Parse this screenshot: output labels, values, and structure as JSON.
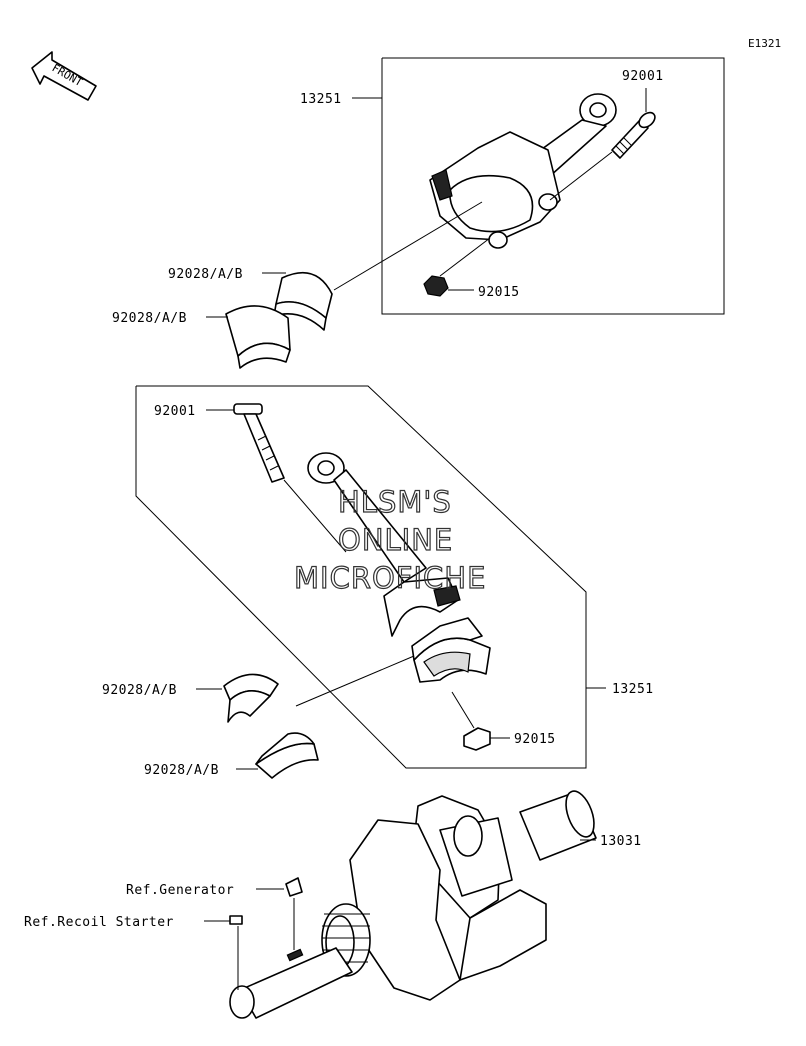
{
  "diagram_code": "E1321",
  "front_label": "FRONT",
  "watermark": [
    "HLSM'S",
    "ONLINE",
    "MICROFICHE"
  ],
  "callouts": {
    "upper_assembly": "13251",
    "upper_bolt": "92001",
    "upper_nut": "92015",
    "upper_bearing_a": "92028/A/B",
    "upper_bearing_b": "92028/A/B",
    "lower_bolt": "92001",
    "lower_assembly": "13251",
    "lower_nut": "92015",
    "lower_bearing_a": "92028/A/B",
    "lower_bearing_b": "92028/A/B",
    "crankshaft": "13031",
    "ref_generator": "Ref.Generator",
    "ref_recoil_starter": "Ref.Recoil Starter"
  }
}
